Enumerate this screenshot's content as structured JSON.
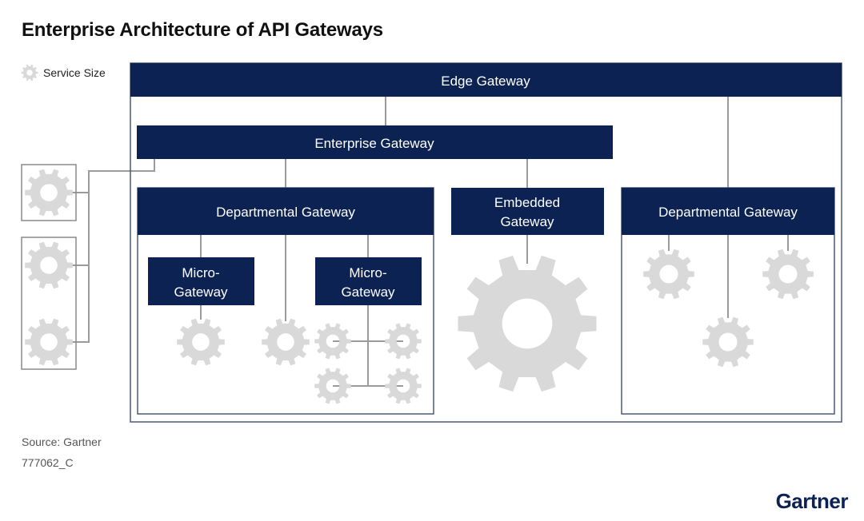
{
  "title": "Enterprise Architecture of API Gateways",
  "legend": {
    "label": "Service Size",
    "icon": "gear-icon"
  },
  "boxes": {
    "edge": "Edge Gateway",
    "enterprise": "Enterprise Gateway",
    "dept_left": "Departmental Gateway",
    "embedded_line1": "Embedded",
    "embedded_line2": "Gateway",
    "dept_right": "Departmental Gateway",
    "micro1_line1": "Micro-",
    "micro1_line2": "Gateway",
    "micro2_line1": "Micro-",
    "micro2_line2": "Gateway"
  },
  "footer": {
    "source": "Source: Gartner",
    "code": "777062_C"
  },
  "logo": "Gartner",
  "colors": {
    "navy": "#0b2253",
    "gear": "#d9d9d9",
    "line": "#9b9b9b",
    "frame": "#4a5a7a"
  }
}
